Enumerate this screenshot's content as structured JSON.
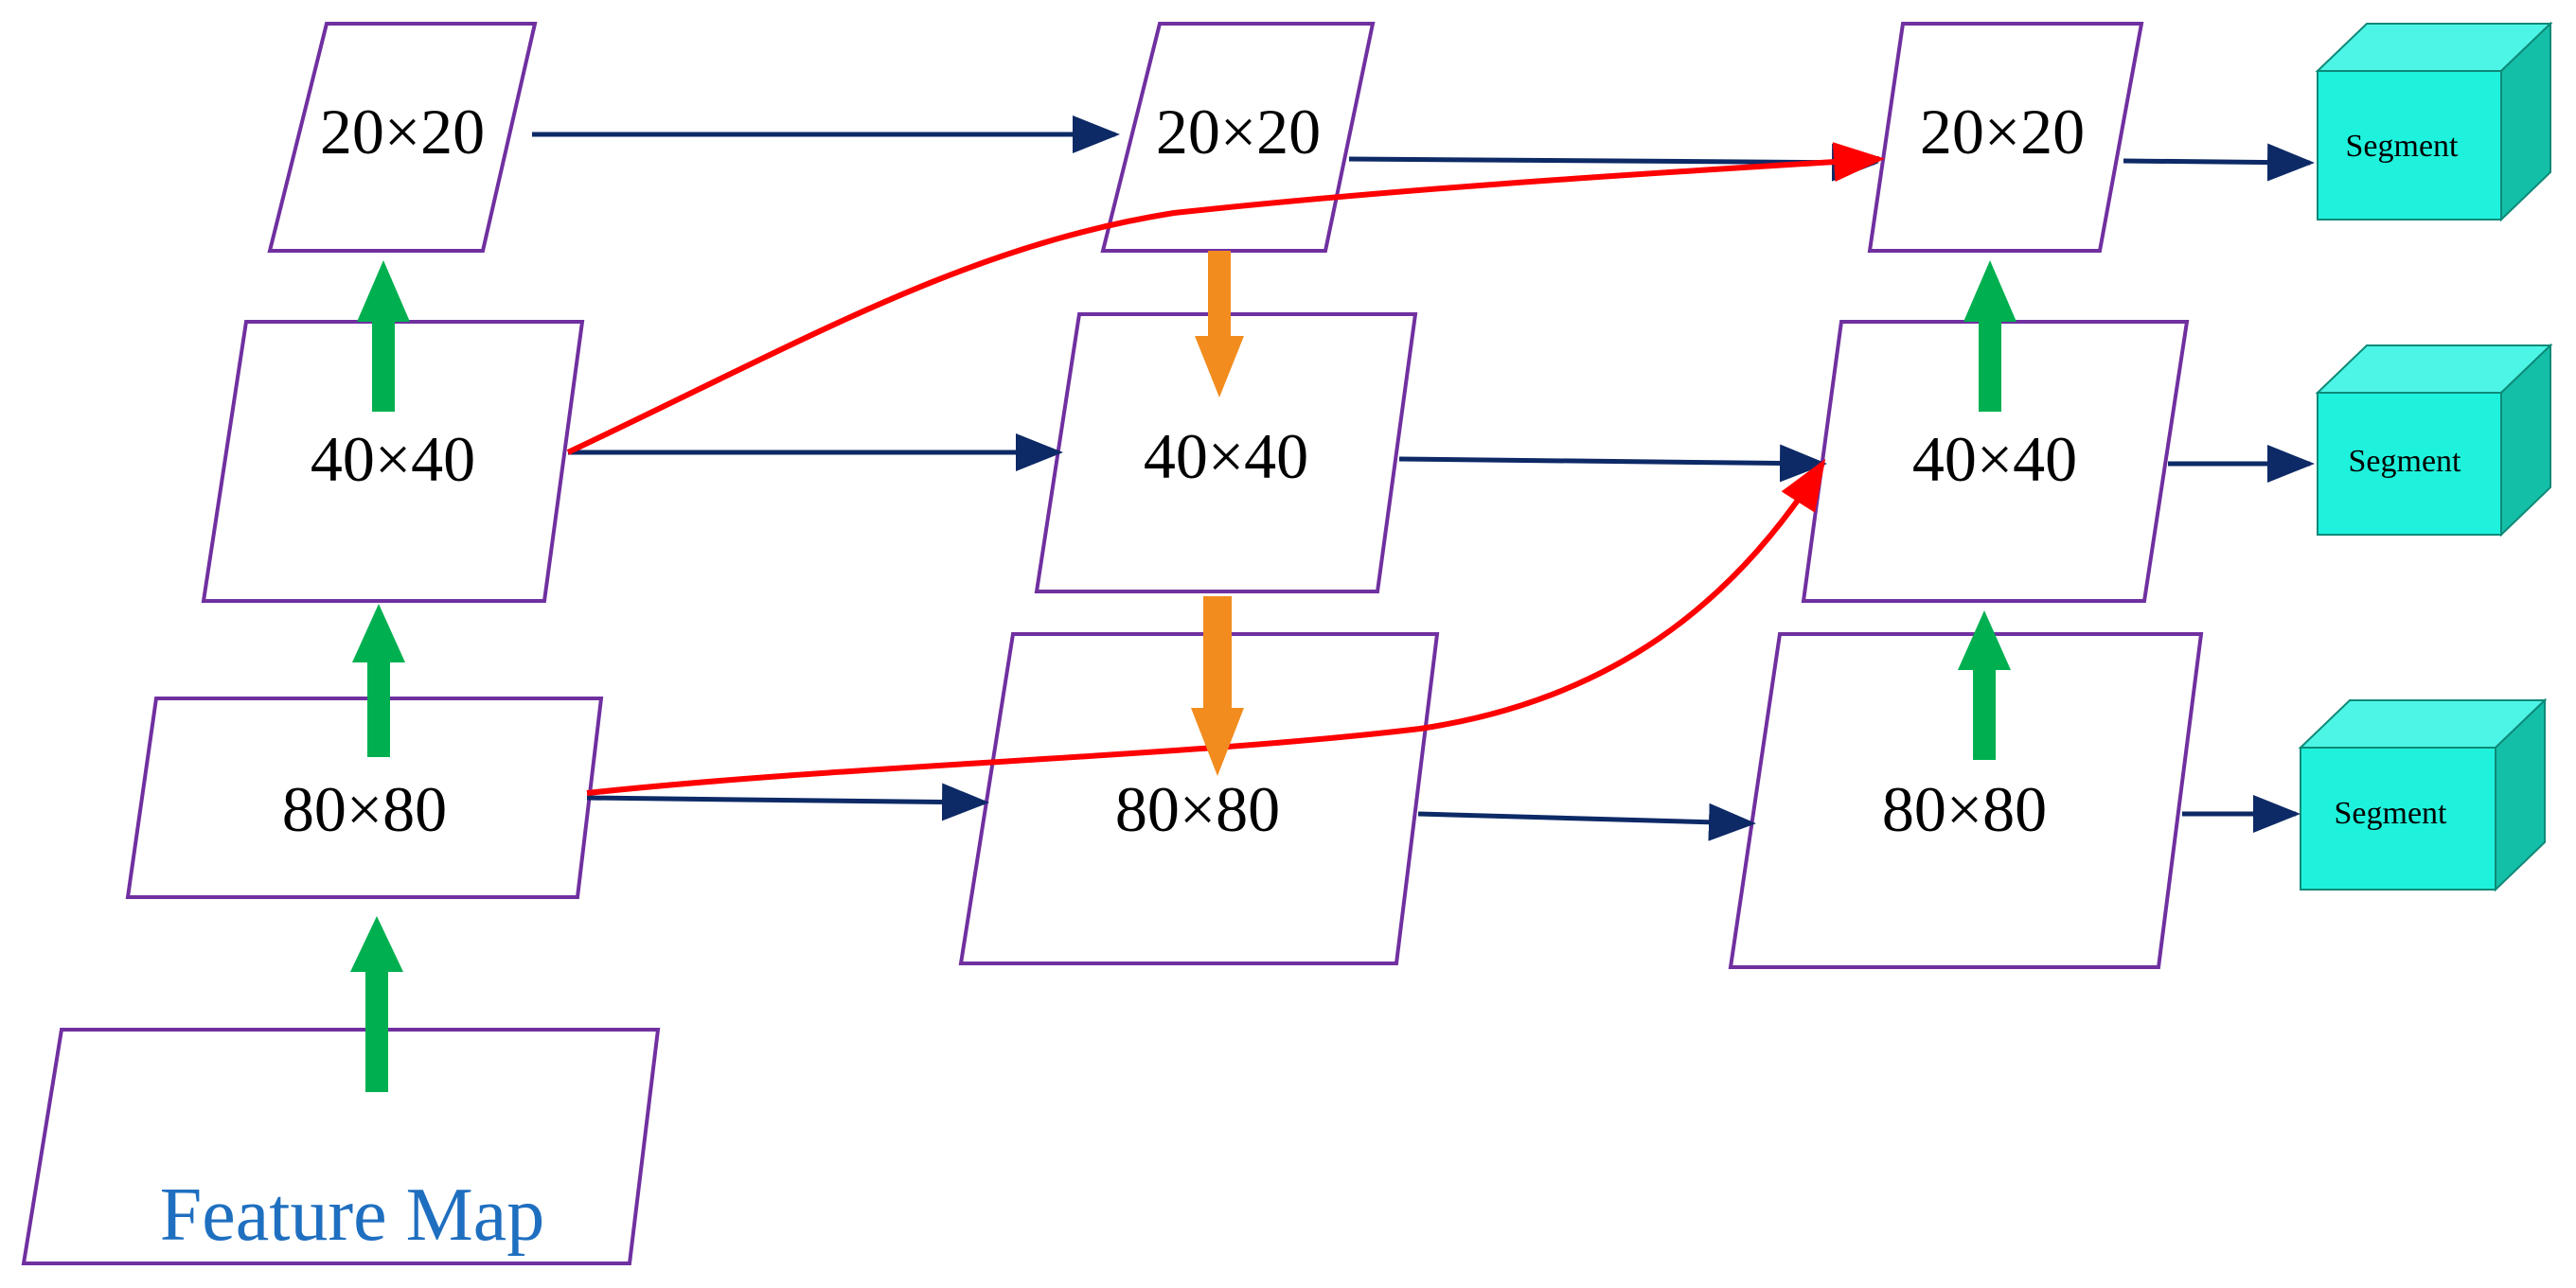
{
  "colors": {
    "node_border": "#7030A0",
    "flow_arrow": "#0D2A66",
    "skip_arrow": "#FF0000",
    "upsample_arrow": "#F28C1E",
    "bottom_up_arrow": "#00B050",
    "cube_front": "#1EF2DC",
    "cube_top": "#4DF5E6",
    "cube_side": "#14BFA8",
    "feature_map_text": "#1F6FC0"
  },
  "nodes": {
    "c1_20": "20×20",
    "c1_40": "40×40",
    "c1_80": "80×80",
    "feature_map": "Feature Map",
    "c2_20": "20×20",
    "c2_40": "40×40",
    "c2_80": "80×80",
    "c3_20": "20×20",
    "c3_40": "40×40",
    "c3_80": "80×80"
  },
  "outputs": {
    "seg_20": "Segment",
    "seg_40": "Segment",
    "seg_80": "Segment"
  }
}
